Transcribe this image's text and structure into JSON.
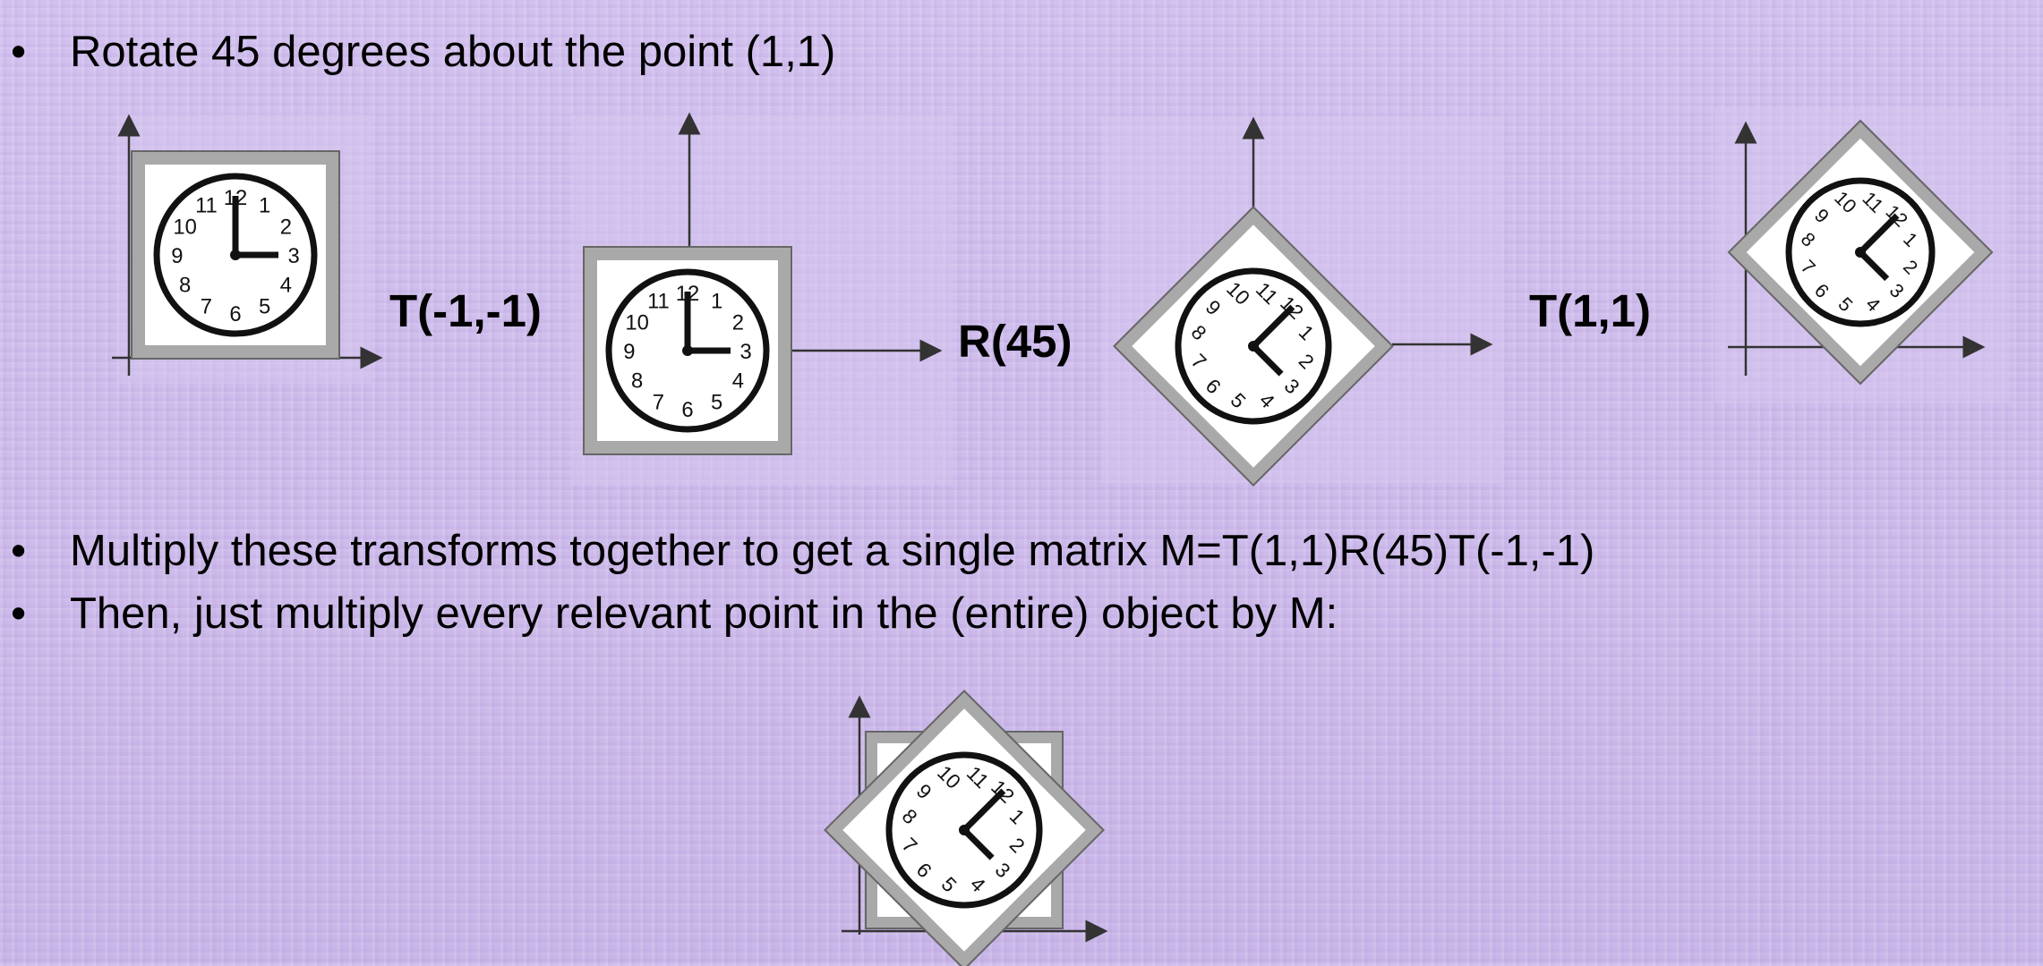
{
  "bullets": {
    "line1": "Rotate 45 degrees about the point (1,1)",
    "line2": "Multiply these transforms together to get a single matrix M=T(1,1)R(45)T(-1,-1)",
    "line3": "Then, just multiply every relevant point in the (entire) object by M:",
    "marker": "•"
  },
  "operations": {
    "translate_neg": "T(-1,-1)",
    "rotate": "R(45)",
    "translate_pos": "T(1,1)"
  },
  "clock": {
    "numerals": [
      "12",
      "1",
      "2",
      "3",
      "4",
      "5",
      "6",
      "7",
      "8",
      "9",
      "10",
      "11"
    ],
    "time_step_1": "3:00",
    "time_rotated": "rotated 45 degrees"
  },
  "colors": {
    "background": "#cdbbea",
    "frame_gray": "#a9a9a9",
    "text": "#000000"
  }
}
